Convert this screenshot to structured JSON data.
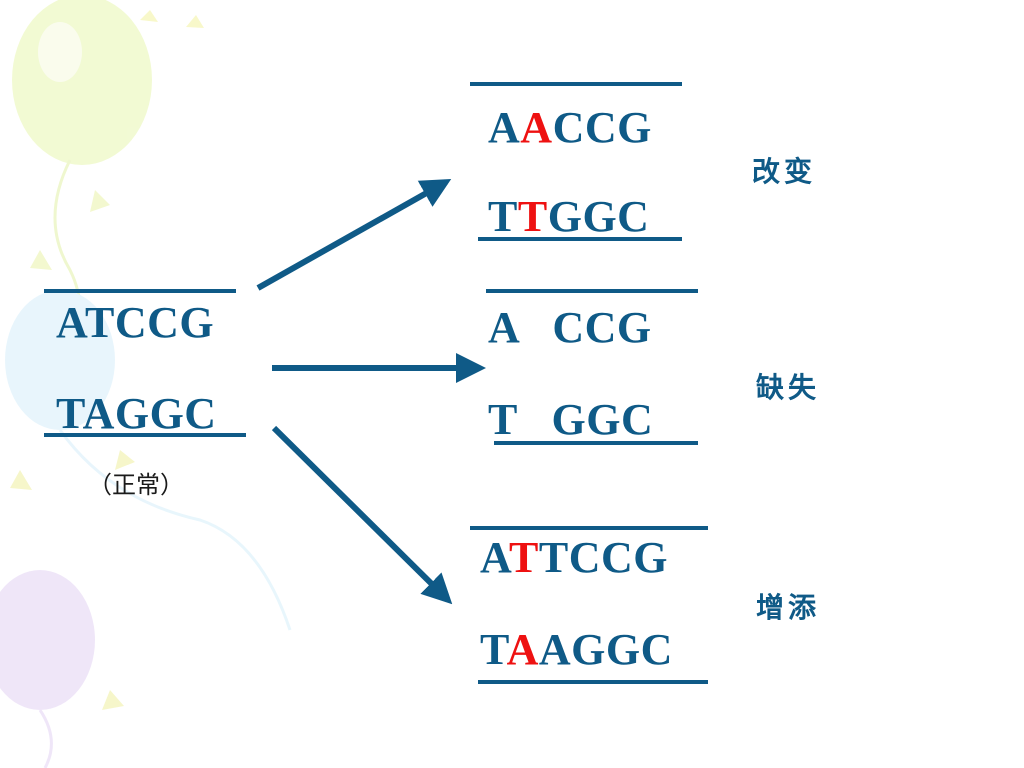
{
  "colors": {
    "strand": "#0f5a87",
    "highlight": "#ee1111"
  },
  "normal": {
    "top": "ATCCG",
    "bottom": "TAGGC",
    "note": "（正常）"
  },
  "substitution": {
    "top": {
      "pre": "A",
      "hl": "A",
      "post": "CCG"
    },
    "bottom": {
      "pre": "T",
      "hl": "T",
      "post": "GGC"
    },
    "label": "改变"
  },
  "deletion": {
    "top": "A   CCG",
    "bottom": "T   GGC",
    "label": "缺失"
  },
  "insertion": {
    "top": {
      "pre": "A",
      "hl": "T",
      "post": "TCCG"
    },
    "bottom": {
      "pre": "T",
      "hl": "A",
      "post": "AGGC"
    },
    "label": "增添"
  }
}
